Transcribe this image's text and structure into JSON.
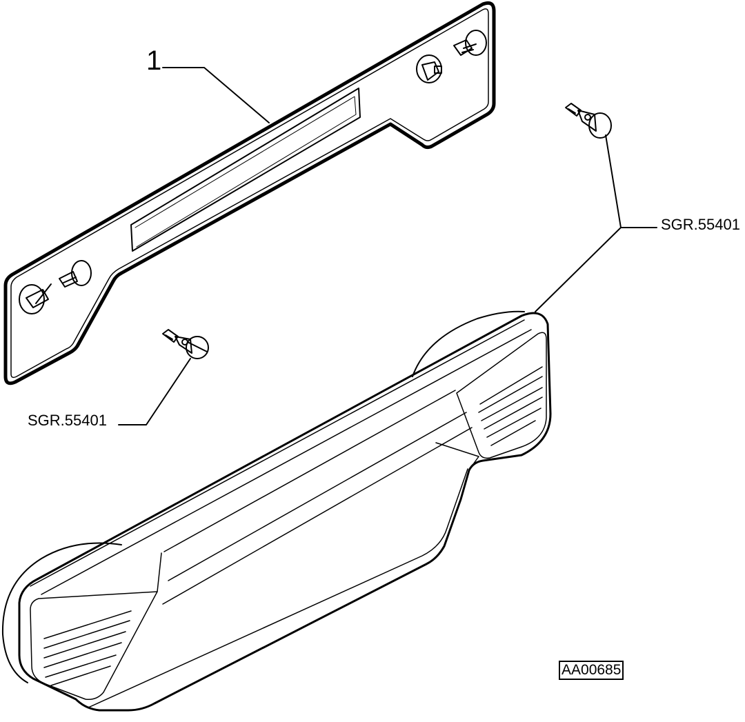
{
  "diagram": {
    "callout_item": "1",
    "bulb_code_left": "SGR.55401",
    "bulb_code_right": "SGR.55401",
    "reference_code": "AA00685"
  }
}
